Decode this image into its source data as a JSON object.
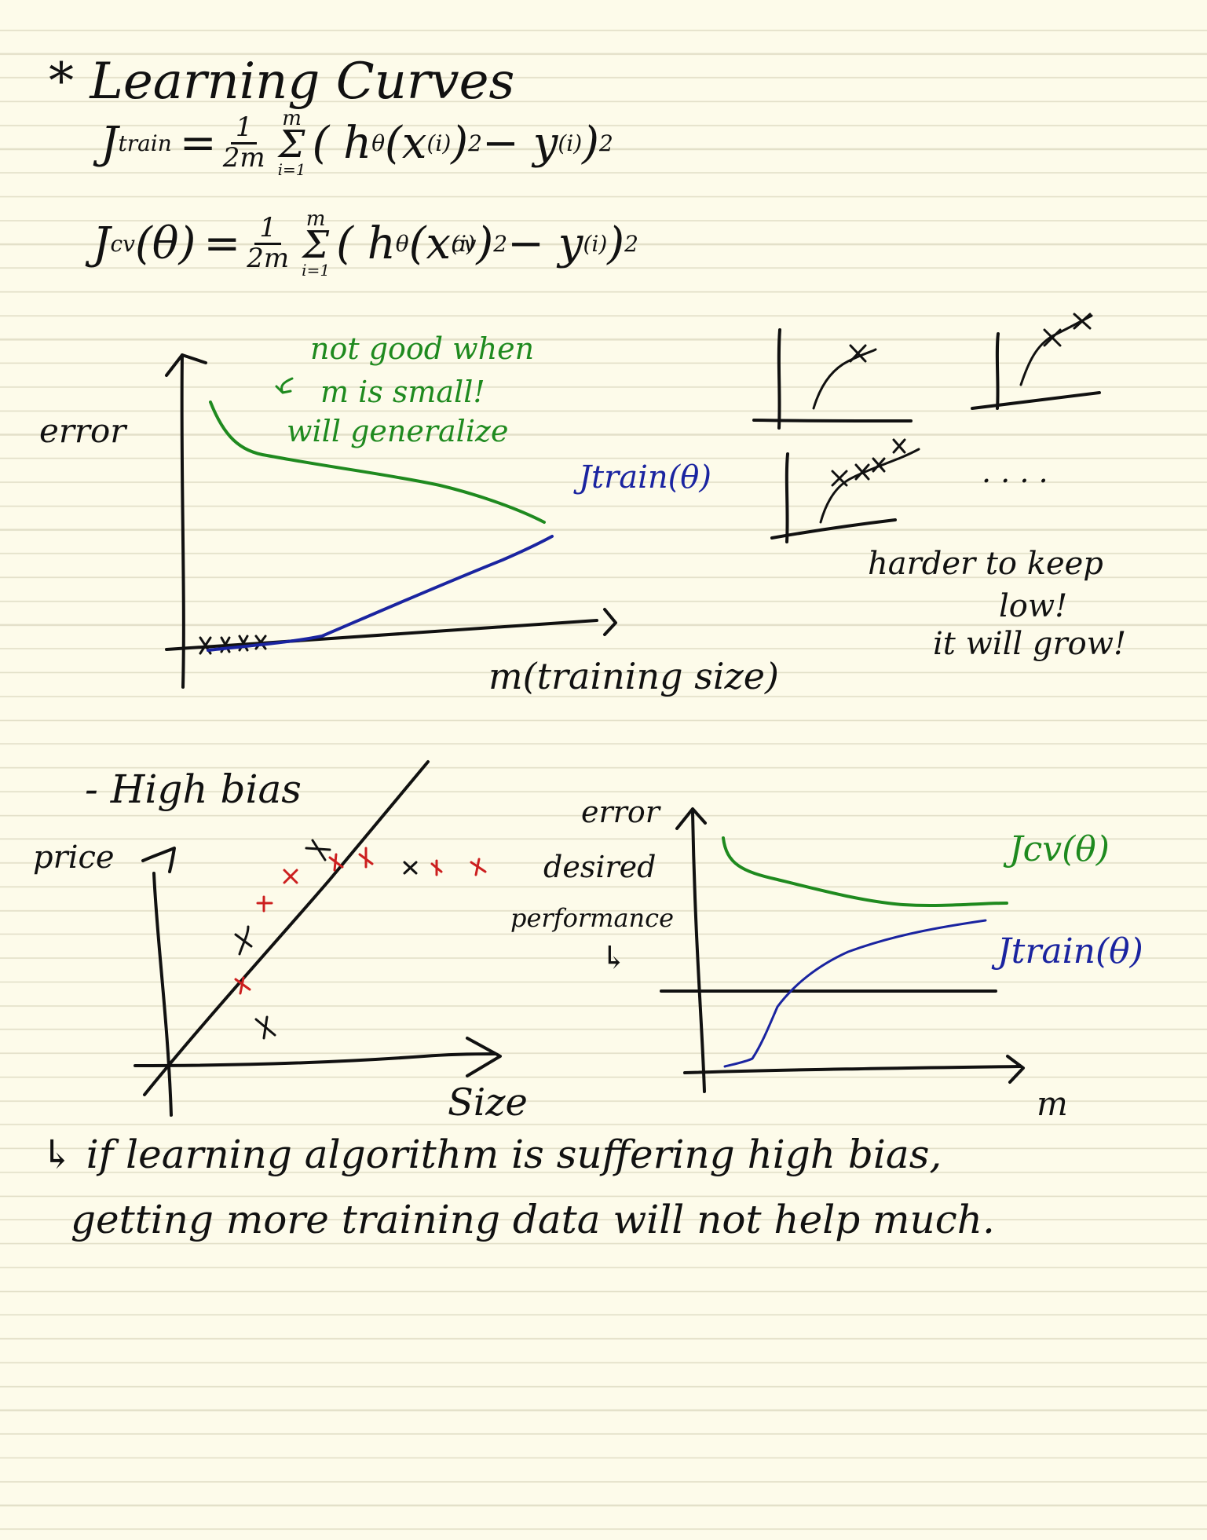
{
  "title": "* Learning Curves",
  "formula_train": {
    "lhs": "J",
    "lhs_sub": "train",
    "eq": "=",
    "frac_num": "1",
    "frac_den": "2m",
    "sum_top": "m",
    "sum_sign": "Σ",
    "sum_bottom": "i=1",
    "body": "( h",
    "theta_sub": "θ",
    "x_part": "(x",
    "x_sup": "(i)",
    "close_sup": ")",
    "sq1": "2",
    "minus_y": " − y",
    "y_sup": "(i)",
    "close": " )",
    "sq2": "2"
  },
  "formula_cv": {
    "lhs": "J",
    "lhs_sub": "cv",
    "lhs_arg": "(θ)",
    "eq": "=",
    "frac_num": "1",
    "frac_den": "2m",
    "sum_top": "m",
    "sum_sign": "Σ",
    "sum_bottom": "i=1",
    "body": "( h",
    "theta_sub": "θ",
    "x_part": "(x",
    "x_sup": "(i)",
    "x_sub": "cv",
    "close_sup": ")",
    "sq1": "2",
    "minus_y": " − y",
    "y_sup": "(i)",
    "close": " )",
    "sq2": "2"
  },
  "top_graph": {
    "y_label": "error",
    "x_label": "m(training size)",
    "green_note": [
      "not good when",
      "m is small!",
      "will generalize"
    ],
    "green_arrow": "↙",
    "train_label": "Jtrain(θ)"
  },
  "sketch_dots": ". . . .",
  "right_note": [
    "harder to keep",
    "low!",
    "it will grow!"
  ],
  "bias_heading": "- High bias",
  "bias_graph": {
    "y_label": "price",
    "x_label": "Size"
  },
  "bias_curve_graph": {
    "y_label": "error",
    "desired": [
      "desired",
      "performance"
    ],
    "desired_arrow": "↳",
    "cv_label": "Jcv(θ)",
    "train_label": "Jtrain(θ)",
    "x_label": "m"
  },
  "conclusion": [
    "↳ if learning algorithm is suffering high bias,",
    "getting more training data will not help much."
  ],
  "colors": {
    "ink": "#111111",
    "green": "#1f8a1f",
    "blue": "#1a24a0",
    "red": "#cc1f1f",
    "paper": "#fdfbea",
    "ruling": "#e3e0c9"
  }
}
